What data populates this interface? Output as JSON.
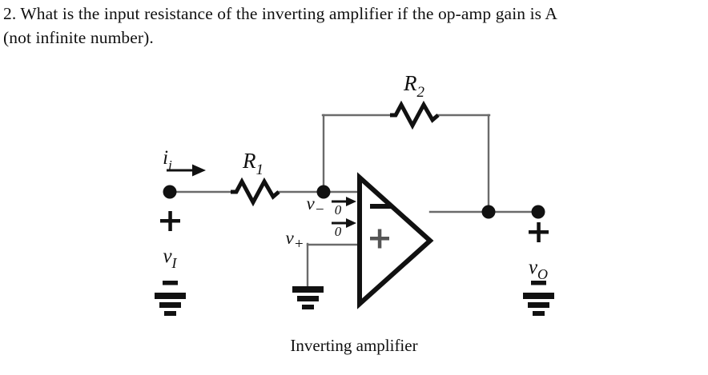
{
  "question": {
    "line1": "2. What is the input resistance of the inverting amplifier if the op-amp gain is A",
    "line2": "(not infinite number)."
  },
  "figure": {
    "caption": "Inverting amplifier",
    "labels": {
      "input_current": "i",
      "input_current_sub": "i",
      "resistor1": "R",
      "resistor1_sub": "1",
      "resistor2": "R",
      "resistor2_sub": "2",
      "v_minus": "v",
      "v_minus_sub": "−",
      "v_plus": "v",
      "v_plus_sub": "+",
      "v_in": "v",
      "v_in_sub": "I",
      "v_out": "v",
      "v_out_sub": "O",
      "zero_current_top": "0",
      "zero_current_bottom": "0",
      "opamp_inverting_terminal": "−",
      "opamp_noninverting_terminal": "+",
      "plus_input": "+",
      "minus_input": "−",
      "plus_output": "+",
      "minus_output": "−"
    },
    "colors": {
      "wire": "#6b6b6b",
      "ink": "#111111",
      "background": "#ffffff"
    }
  }
}
